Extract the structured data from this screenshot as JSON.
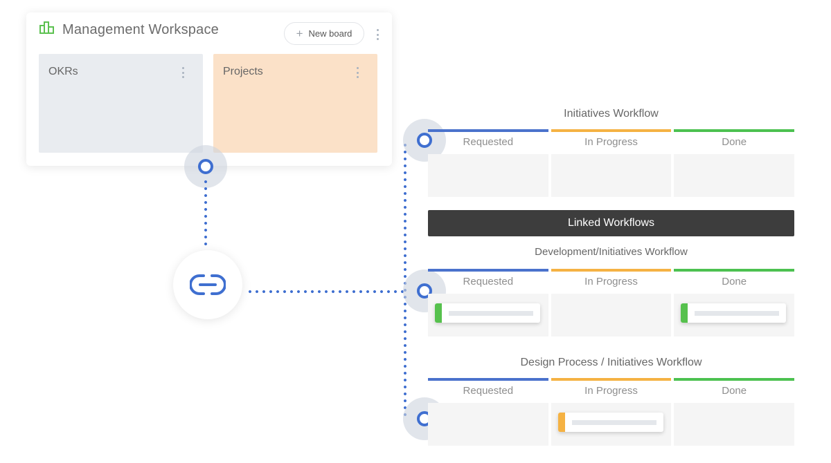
{
  "workspace": {
    "title": "Management Workspace",
    "icon": "board-chart-icon",
    "new_board_label": "New board",
    "boards": [
      {
        "title": "OKRs",
        "color": "#e9ecf0"
      },
      {
        "title": "Projects",
        "color": "#fbe1c8"
      }
    ]
  },
  "colors": {
    "connector": "#3f6fd0",
    "requested": "#4a72cc",
    "in_progress": "#f5b243",
    "done": "#4cc150",
    "banner": "#3d3d3d"
  },
  "link_icon": "link-icon",
  "linked_banner": "Linked Workflows",
  "workflows": [
    {
      "title": "Initiatives Workflow",
      "columns": [
        {
          "label": "Requested",
          "cards": []
        },
        {
          "label": "In Progress",
          "cards": []
        },
        {
          "label": "Done",
          "cards": []
        }
      ]
    },
    {
      "title": "Development/Initiatives Workflow",
      "columns": [
        {
          "label": "Requested",
          "cards": [
            {
              "accent": "#56c14d"
            }
          ]
        },
        {
          "label": "In Progress",
          "cards": []
        },
        {
          "label": "Done",
          "cards": [
            {
              "accent": "#56c14d"
            }
          ]
        }
      ]
    },
    {
      "title": "Design Process / Initiatives Workflow",
      "columns": [
        {
          "label": "Requested",
          "cards": []
        },
        {
          "label": "In Progress",
          "cards": [
            {
              "accent": "#f5b243"
            }
          ]
        },
        {
          "label": "Done",
          "cards": []
        }
      ]
    }
  ]
}
